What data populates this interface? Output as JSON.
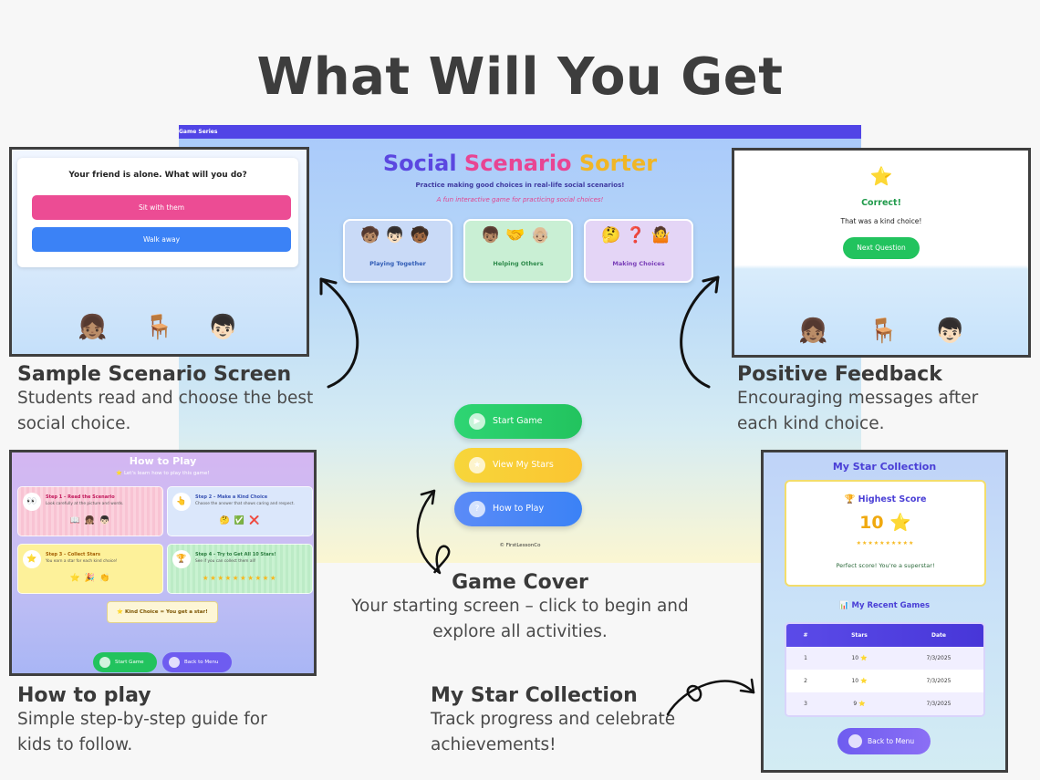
{
  "title": "What Will You Get",
  "cover": {
    "series_label": "Game Series",
    "title_words": [
      "Social",
      "Scenario",
      "Sorter"
    ],
    "subtitle": "Practice making good choices in real-life social scenarios!",
    "tagline": "A fun interactive game for practicing social choices!",
    "categories": [
      {
        "label": "Playing Together",
        "icons": "🧒🏽👦🏻🧒🏾"
      },
      {
        "label": "Helping Others",
        "icons": "👦🏽🤝👴🏼"
      },
      {
        "label": "Making Choices",
        "icons": "🤔❓🤷"
      }
    ],
    "buttons": [
      "Start Game",
      "View My Stars",
      "How to Play"
    ],
    "button_icons": [
      "▶",
      "★",
      "?"
    ],
    "copyright": "© FirstLessonCo"
  },
  "scenario": {
    "question": "Your friend is alone. What will you do?",
    "options": [
      "Sit with them",
      "Walk away"
    ],
    "figures": [
      "👧🏽",
      "🪑",
      "👦🏻"
    ]
  },
  "feedback": {
    "icon": "⭐",
    "heading": "Correct!",
    "message": "That was a kind choice!",
    "button": "Next Question",
    "figures": [
      "👧🏽",
      "🪑",
      "👦🏻"
    ]
  },
  "how_to_play": {
    "title": "How to Play",
    "subtitle": "⭐ Let's learn how to play this game!",
    "steps": [
      {
        "icon": "👀",
        "title": "Step 1 – Read the Scenario",
        "desc": "Look carefully at the picture and words.",
        "extra": "📖 👧🏽 👦🏻"
      },
      {
        "icon": "👆",
        "title": "Step 2 – Make a Kind Choice",
        "desc": "Choose the answer that shows caring and respect.",
        "extra": "🤔 ✅ ❌"
      },
      {
        "icon": "⭐",
        "title": "Step 3 – Collect Stars",
        "desc": "You earn a star for each kind choice!",
        "extra": "⭐ 🎉 👏"
      },
      {
        "icon": "🏆",
        "title": "Step 4 – Try to Get All 10 Stars!",
        "desc": "See if you can collect them all!",
        "extra": "★★★★★★★★★★"
      }
    ],
    "kind_note": "⭐  Kind Choice = You get a star!",
    "buttons": [
      "Start Game",
      "Back to Menu"
    ]
  },
  "stars": {
    "title": "My Star Collection",
    "highest_label": "🏆 Highest Score",
    "highest_value": "10 ⭐",
    "star_row": "★★★★★★★★★★",
    "message": "Perfect score! You're a superstar!",
    "recent_label": "📊 My Recent Games",
    "columns": [
      "#",
      "Stars",
      "Date"
    ],
    "rows": [
      [
        "1",
        "10 ⭐",
        "7/3/2025"
      ],
      [
        "2",
        "10 ⭐",
        "7/3/2025"
      ],
      [
        "3",
        "9 ⭐",
        "7/3/2025"
      ]
    ],
    "button": "Back to Menu"
  },
  "captions": {
    "scenario": {
      "heading": "Sample Scenario Screen",
      "body": [
        "Students read and choose the best",
        "social choice."
      ]
    },
    "feedback": {
      "heading": "Positive Feedback",
      "body": [
        "Encouraging messages after",
        "each kind choice."
      ]
    },
    "cover": {
      "heading": "Game Cover",
      "body": [
        "Your starting screen – click to begin and",
        "explore all activities."
      ]
    },
    "how_to_play": {
      "heading": "How to play",
      "body": [
        "Simple step-by-step guide for",
        "kids to follow."
      ]
    },
    "stars": {
      "heading": "My Star Collection",
      "body": [
        "Track progress and celebrate",
        "achievements!"
      ]
    }
  }
}
